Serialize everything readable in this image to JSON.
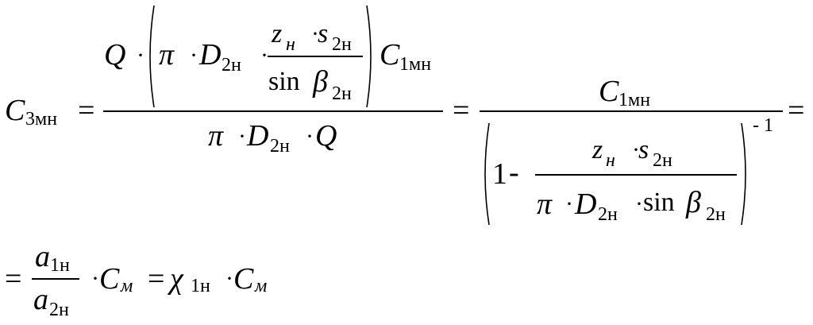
{
  "formula": {
    "line1": {
      "lhs": {
        "symbol": "C",
        "sub": "3мн"
      },
      "eq": "=",
      "frac1": {
        "num": {
          "q": "Q",
          "dot1": "·",
          "pi": "π",
          "dot2": "·",
          "d": "D",
          "d_sub": "2н",
          "dot3": "·",
          "inner": {
            "num_z": "z",
            "num_z_sub": "н",
            "num_dot": "·",
            "num_s": "s",
            "num_s_sub": "2н",
            "den_sin": "sin",
            "den_beta": "β",
            "den_beta_sub": "2н"
          },
          "c": "C",
          "c_sub": "1мн"
        },
        "den": {
          "pi": "π",
          "dot1": "·",
          "d": "D",
          "d_sub": "2н",
          "dot2": "·",
          "q": "Q"
        }
      },
      "eq2": "=",
      "frac2": {
        "num": {
          "c": "C",
          "c_sub": "1мн"
        },
        "den": {
          "one": "1",
          "minus": "-",
          "inner": {
            "num_z": "z",
            "num_z_sub": "н",
            "num_dot": "·",
            "num_s": "s",
            "num_s_sub": "2н",
            "den_pi": "π",
            "den_dot1": "·",
            "den_d": "D",
            "den_d_sub": "2н",
            "den_dot2": "·",
            "den_sin": "sin",
            "den_beta": "β",
            "den_beta_sub": "2н"
          },
          "exponent": "- 1"
        }
      },
      "eq3": "="
    },
    "line2": {
      "eq": "=",
      "frac": {
        "num": {
          "a": "a",
          "a_sub": "1н"
        },
        "den": {
          "a": "a",
          "a_sub": "2н"
        }
      },
      "dot1": "·",
      "c1": "C",
      "c1_sub": "м",
      "eq2": "=",
      "chi": "χ",
      "chi_sub": "1н",
      "dot2": "·",
      "c2": "C",
      "c2_sub": "м"
    }
  }
}
